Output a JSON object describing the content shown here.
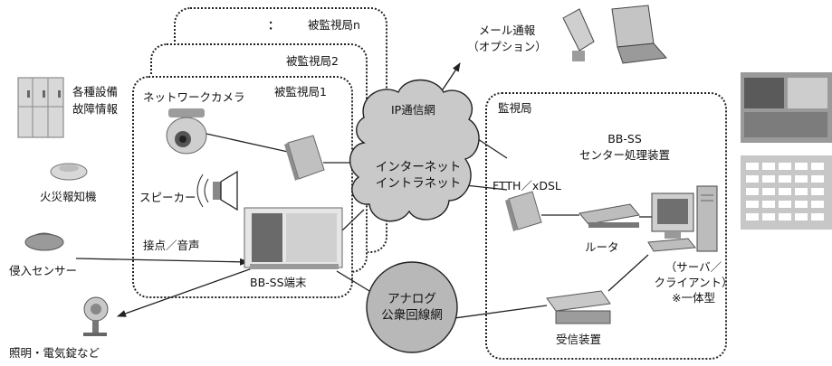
{
  "stations": {
    "remote_n": "被監視局n",
    "remote_2": "被監視局2",
    "remote_1": "被監視局1",
    "dots": "：",
    "monitor": "監視局"
  },
  "left": {
    "equipment_line1": "各種設備",
    "equipment_line2": "故障情報",
    "fire_alarm": "火災報知機",
    "intrusion_sensor": "侵入センサー",
    "lighting": "照明・電気錠など"
  },
  "remote": {
    "network_camera": "ネットワークカメラ",
    "speaker": "スピーカー",
    "contact_voice": "接点／音声",
    "terminal": "BB-SS端末"
  },
  "network": {
    "ip_network": "IP通信網",
    "internet_line1": "インターネット",
    "internet_line2": "イントラネット",
    "analog_line1": "アナログ",
    "analog_line2": "公衆回線網",
    "mail_line1": "メール通報",
    "mail_line2": "（オプション）"
  },
  "monitor": {
    "center_line1": "BB-SS",
    "center_line2": "センター処理装置",
    "ftth": "FTTH／xDSL",
    "router": "ルータ",
    "server_line1": "（サーバ／",
    "server_line2": "クライアント）",
    "server_line3": "※一体型",
    "receiver": "受信装置"
  },
  "colors": {
    "cloud_fill": "#c9c9c9",
    "analog_fill": "#b8b8b8",
    "device_gray": "#a8a8a8",
    "line": "#222222"
  }
}
